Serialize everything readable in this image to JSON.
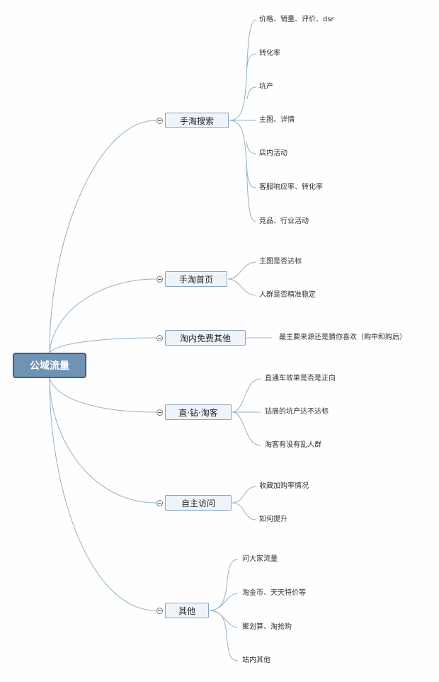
{
  "root": {
    "label": "公域流量"
  },
  "branches": [
    {
      "label": "手淘搜索",
      "leaves": [
        "价格、销量、评价、dsr",
        "转化率",
        "坑产",
        "主图、详情",
        "店内活动",
        "客服响应率、转化率",
        "竞品、行业活动"
      ]
    },
    {
      "label": "手淘首页",
      "leaves": [
        "主图是否达标",
        "人群是否精准稳定"
      ]
    },
    {
      "label": "淘内免费其他",
      "leaves": [
        "最主要来源还是猜你喜欢（购中和购后）"
      ]
    },
    {
      "label": "直·钻·淘客",
      "leaves": [
        "直通车效果是否是正向",
        "钻展的坑产达不达标",
        "淘客有没有乱人群"
      ]
    },
    {
      "label": "自主访问",
      "leaves": [
        "收藏加购率情况",
        "如何提升"
      ]
    },
    {
      "label": "其他",
      "leaves": [
        "问大家流量",
        "淘金币、天天特价等",
        "聚划算、淘抢购",
        "站内其他"
      ]
    }
  ],
  "colors": {
    "line": "#90b2c9",
    "root_fill": "#6f93b3",
    "branch_fill": "#eef4fa"
  }
}
